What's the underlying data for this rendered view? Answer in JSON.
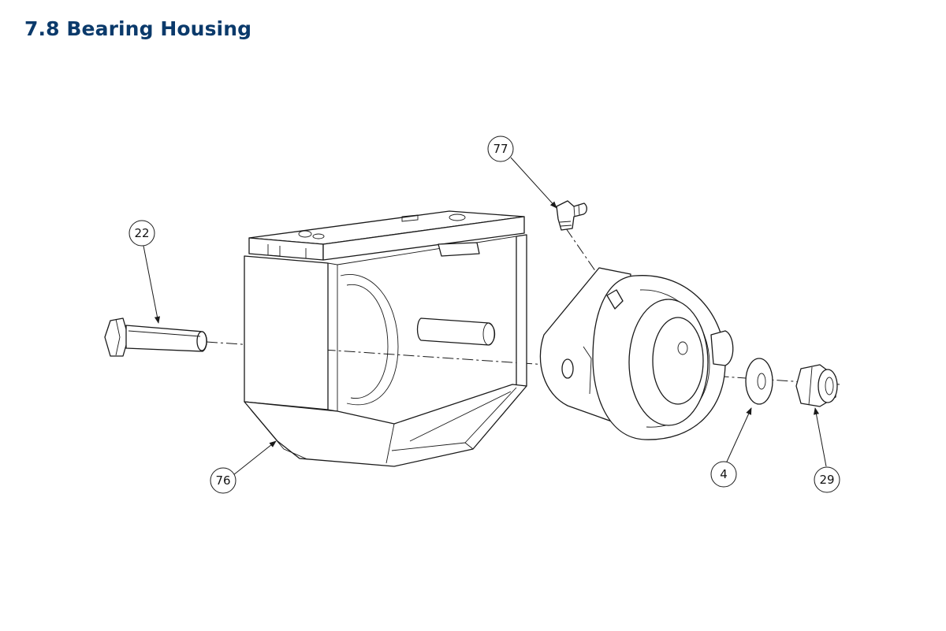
{
  "page": {
    "title": "7.8 Bearing Housing"
  },
  "callouts": {
    "bolt": "22",
    "grease_nipple": "77",
    "housing": "76",
    "washer": "4",
    "nut": "29"
  },
  "colors": {
    "title": "#0b3a6b",
    "line": "#1a1a1a",
    "background": "#ffffff"
  }
}
